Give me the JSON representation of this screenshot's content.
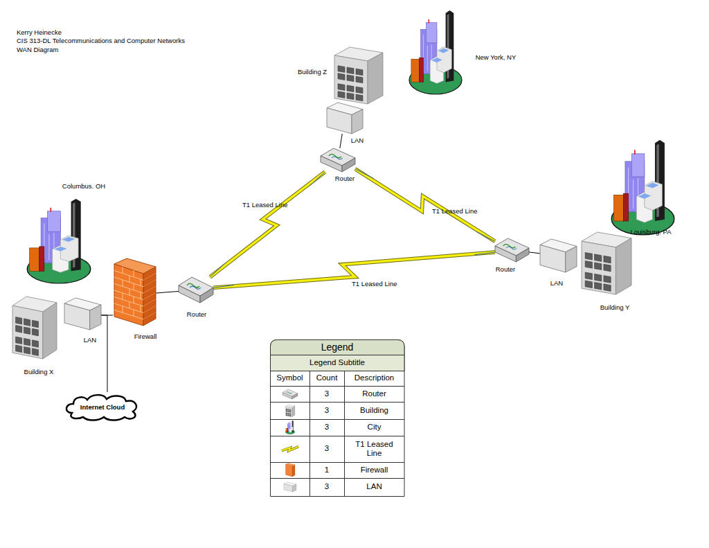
{
  "diagram": {
    "nodes": [
      {
        "text": [
          "Building Z"
        ]
      },
      {
        "text": [
          "New York, NY"
        ]
      },
      {
        "text": [
          "LAN"
        ]
      },
      {
        "text": [
          "Router"
        ]
      },
      {
        "text": [
          "Louisburg. PA"
        ]
      },
      {
        "text": [
          "Columbus. OH"
        ]
      },
      {
        "text": [
          "Router"
        ]
      },
      {
        "text": [
          "LAN"
        ]
      },
      {
        "text": [
          "Firewall"
        ]
      },
      {
        "text": [
          "Router"
        ]
      },
      {
        "text": [
          "Building Y"
        ]
      },
      {
        "text": [
          "Building X"
        ]
      },
      {
        "text": [
          "LAN"
        ]
      },
      {
        "text": [
          "Internet Cloud"
        ]
      }
    ],
    "edges": [
      {
        "from": 2,
        "to": 3,
        "arrow": "none"
      },
      {
        "from": 3,
        "to": 9,
        "label": "T1 Leased Line",
        "arrow": "none"
      },
      {
        "from": 3,
        "to": 6,
        "label": "T1 Leased Line",
        "arrow": "none"
      },
      {
        "from": 9,
        "to": 6,
        "label": "T1 Leased Line",
        "arrow": "none"
      },
      {
        "from": 6,
        "to": 7,
        "arrow": "none"
      },
      {
        "from": 8,
        "to": 9,
        "arrow": "none"
      },
      {
        "from": 12,
        "to": 8,
        "arrow": "none"
      },
      {
        "from": 12,
        "to": 13,
        "arrow": "none"
      }
    ],
    "labels": [
      "Kerry Heinecke",
      "CIS 313-DL Telecommunications and Computer Networks",
      "WAN Diagram",
      "Legend",
      "Legend Subtitle",
      "Symbol",
      "Count",
      "Description",
      "3",
      "3",
      "3",
      "3",
      "1",
      "3"
    ],
    "legend": [
      {
        "text": "Router"
      },
      {
        "text": "Building"
      },
      {
        "text": "City"
      },
      {
        "text": "T1 Leased Line"
      },
      {
        "text": "Firewall"
      },
      {
        "text": "LAN"
      }
    ]
  }
}
